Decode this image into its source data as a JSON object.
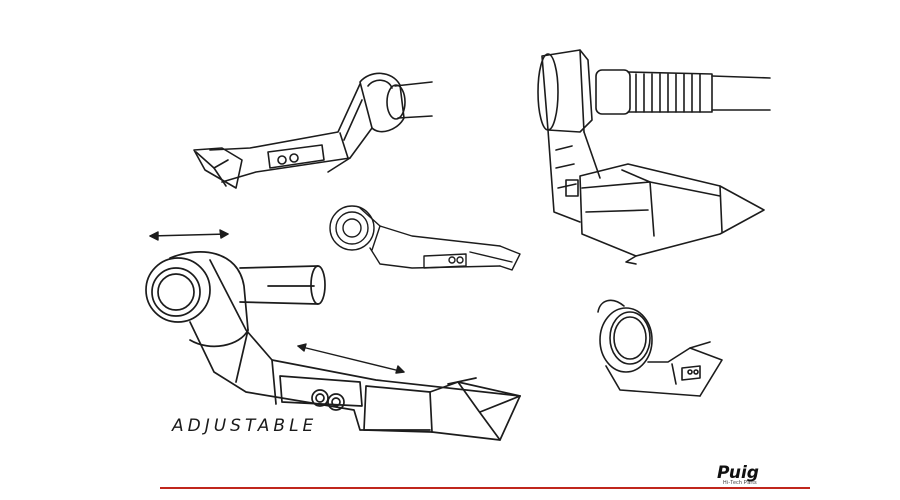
{
  "caption": {
    "label": "ADJUSTABLE"
  },
  "brand": {
    "name": "Puig",
    "tagline": "Hi-Tech Parts",
    "accent": "#c0261c"
  },
  "sketches": [
    {
      "name": "lever-guard-top-left"
    },
    {
      "name": "lever-guard-center-small"
    },
    {
      "name": "lever-guard-right-large"
    },
    {
      "name": "lever-guard-bottom-left-large"
    },
    {
      "name": "bar-end-detail-bottom-right"
    }
  ],
  "icons": [
    "double-arrow-icon"
  ]
}
